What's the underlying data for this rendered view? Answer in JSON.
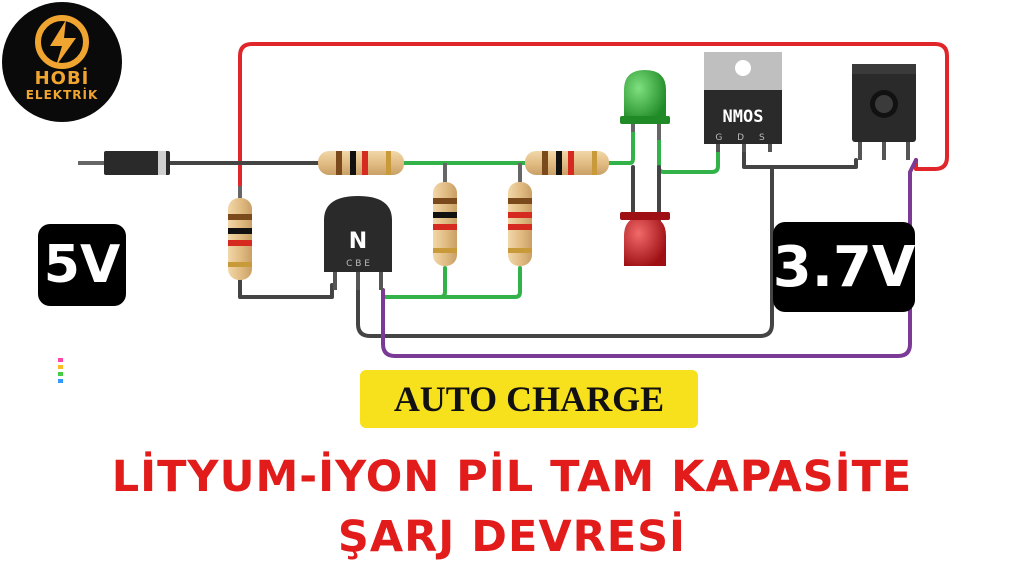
{
  "logo": {
    "line1": "HOBİ",
    "line2": "ELEKTRİK"
  },
  "labels": {
    "input_voltage": "5V",
    "battery_voltage": "3.7V",
    "auto_charge": "AUTO CHARGE"
  },
  "title": {
    "line1": "LİTYUM-İYON PİL TAM KAPASİTE",
    "line2": "ŞARJ DEVRESİ"
  },
  "components": {
    "npn_letter": "N",
    "npn_pins": "C B E",
    "mosfet_label": "NMOS",
    "mosfet_pins": "G D S"
  },
  "colors": {
    "red_wire": "#e0262b",
    "green_wire": "#33b24a",
    "purple_wire": "#7a3a96",
    "dark_wire": "#444444",
    "led_green": "#2aa52e",
    "led_red": "#c9171b",
    "logo_accent": "#f0a531"
  }
}
